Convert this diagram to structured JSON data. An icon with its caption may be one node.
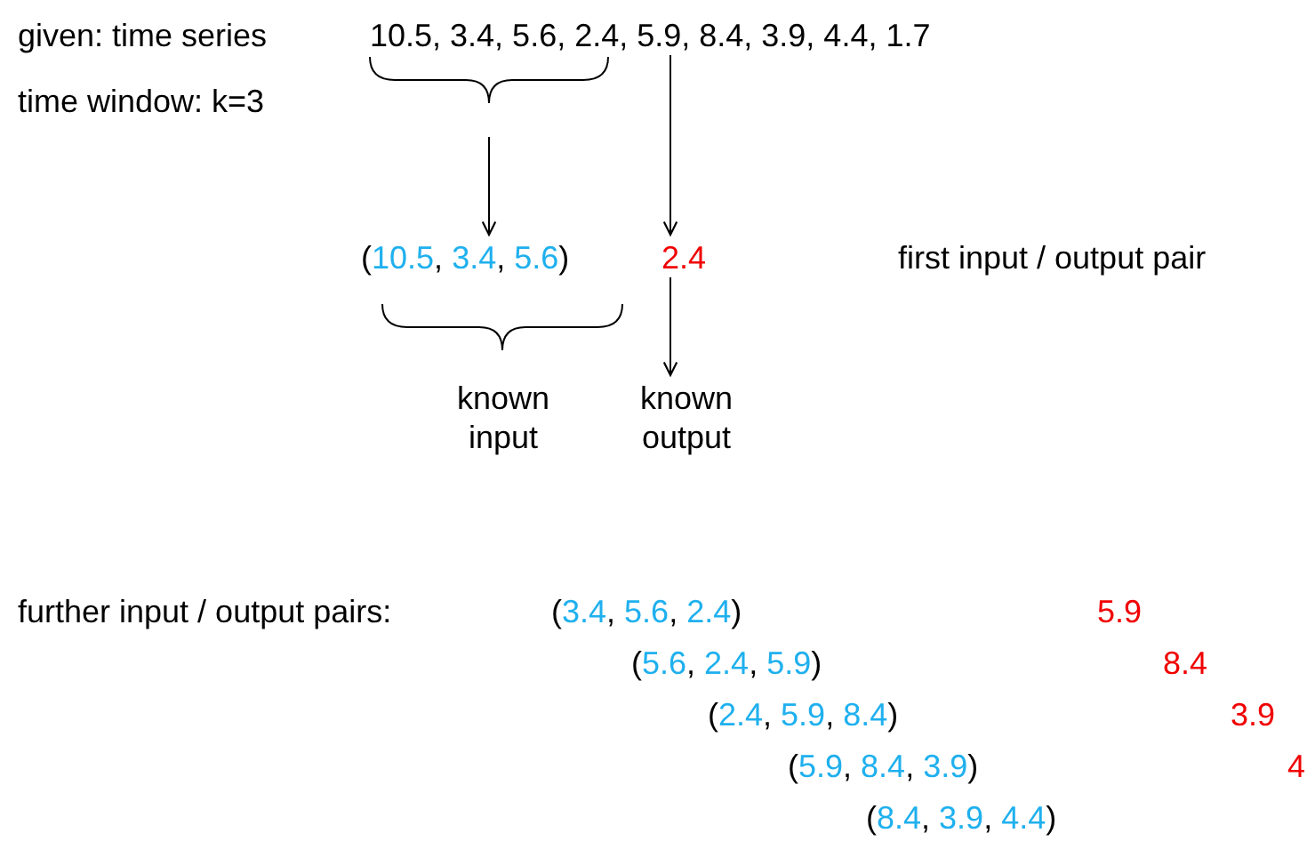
{
  "diagram": {
    "nodes": [
      {
        "text": [
          "10.5, 3.4, 5.6, 2.4, 5.9, 8.4, 3.9, 4.4, 1.7"
        ]
      },
      {
        "text": [
          "(10.5, 3.4, 5.6)"
        ]
      },
      {
        "text": [
          "2.4"
        ]
      },
      {
        "text": [
          "known input"
        ]
      },
      {
        "text": [
          "known output"
        ]
      }
    ],
    "edges": [
      {
        "from": 0,
        "to": 1,
        "arrow": "to"
      },
      {
        "from": 0,
        "to": 2,
        "arrow": "to"
      },
      {
        "from": 2,
        "to": 4,
        "arrow": "to"
      }
    ],
    "labels": [
      "given: time series",
      "time window: k=3",
      "first input / output pair",
      "further input / output pairs:",
      "(3.4, 5.6, 2.4)",
      "5.9",
      "(5.6, 2.4, 5.9)",
      "8.4",
      "(2.4, 5.9, 8.4)",
      "3.9",
      "(5.9, 8.4, 3.9)",
      "4",
      "(8.4, 3.9, 4.4)"
    ]
  }
}
